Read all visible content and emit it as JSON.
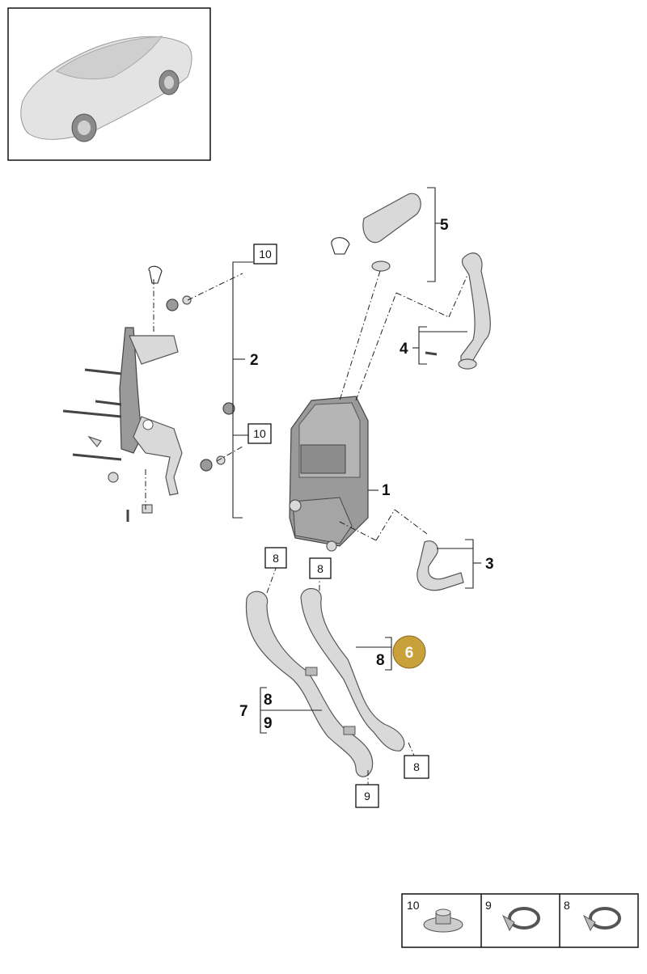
{
  "callouts": {
    "c1": "1",
    "c2": "2",
    "c3": "3",
    "c4": "4",
    "c5": "5",
    "c6_badge": "6",
    "c7": "7",
    "c7_a": "8",
    "c7_b": "9",
    "c6_ref": "8"
  },
  "boxed_refs": {
    "b10_top": "10",
    "b10_mid": "10",
    "b8_left": "8",
    "b8_right": "8",
    "b8_bottom": "8",
    "b9_bottom": "9"
  },
  "legend": {
    "cell1": "10",
    "cell2": "9",
    "cell3": "8"
  },
  "colors": {
    "badge": "#c9a13b",
    "parts": "#d9d9d9"
  }
}
